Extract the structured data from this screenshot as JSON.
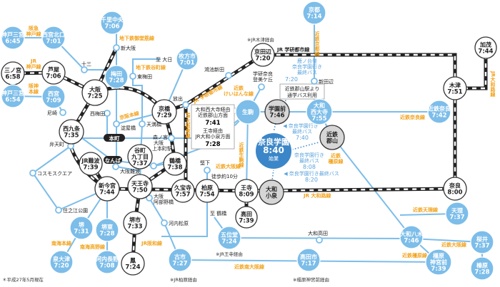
{
  "stations": [
    {
      "id": "senri-chuo",
      "name": [
        "千里中央"
      ],
      "time": "7:06",
      "style": "blue"
    },
    {
      "id": "kobe-sannomiya-hankyu",
      "name": [
        "神戸三宮"
      ],
      "time": "6:45",
      "style": "blue"
    },
    {
      "id": "nishinomiya-kitaguchi",
      "name": [
        "西宮北口"
      ],
      "time": "7:01",
      "style": "blue"
    },
    {
      "id": "sannomiya",
      "name": [
        "三ノ宮"
      ],
      "time": "6:58",
      "style": "white"
    },
    {
      "id": "ashiya",
      "name": [
        "芦屋"
      ],
      "time": "7:06",
      "style": "white"
    },
    {
      "id": "umeda",
      "name": [
        "梅田"
      ],
      "time": "7:28",
      "style": "blue"
    },
    {
      "id": "osaka",
      "name": [
        "大阪"
      ],
      "time": "7:25",
      "style": "white"
    },
    {
      "id": "kobe-sannomiya-hanshin",
      "name": [
        "神戸三宮"
      ],
      "time": "6:54",
      "style": "blue"
    },
    {
      "id": "nishinomiya",
      "name": [
        "西宮"
      ],
      "time": "7:09",
      "style": "blue"
    },
    {
      "id": "nishikujo",
      "name": [
        "西九条"
      ],
      "time": "7:35",
      "style": "white"
    },
    {
      "id": "kyobashi",
      "name": [
        "京橋"
      ],
      "time": "7:29",
      "style": "white"
    },
    {
      "id": "hirakatashi",
      "name": [
        "枚方市"
      ],
      "time": "7:01",
      "style": "blue"
    },
    {
      "id": "kyotanabe",
      "name": [
        "京田辺"
      ],
      "time": "7:20",
      "style": "white"
    },
    {
      "id": "kyoto",
      "name": [
        "京都"
      ],
      "time": "7:14",
      "style": "blue"
    },
    {
      "id": "kamo",
      "name": [
        "加茂"
      ],
      "time": "7:44",
      "style": "white"
    },
    {
      "id": "kizu",
      "name": [
        "木津"
      ],
      "time": "7:51",
      "style": "white"
    },
    {
      "id": "ikoma",
      "name": [
        "生駒"
      ],
      "time": "",
      "style": "blue"
    },
    {
      "id": "gakuenmae",
      "name": [
        "学園前"
      ],
      "time": "7:46",
      "style": "gray"
    },
    {
      "id": "yamato-saidaiji",
      "name": [
        "大和",
        "西大寺"
      ],
      "time": "7:55",
      "style": "blue"
    },
    {
      "id": "kintetsu-nara",
      "name": [
        "近鉄奈良"
      ],
      "time": "7:42",
      "style": "blue"
    },
    {
      "id": "nara-gakuen",
      "name": [
        "奈良学園"
      ],
      "time": "8:40",
      "sub": "始業",
      "style": "dark"
    },
    {
      "id": "kintetsu-koriyama",
      "name": [
        "近鉄",
        "郡山"
      ],
      "time": "",
      "style": "gray"
    },
    {
      "id": "yamato-koizumi",
      "name": [
        "大和",
        "小泉"
      ],
      "time": "",
      "style": "gray"
    },
    {
      "id": "nara",
      "name": [
        "奈良"
      ],
      "time": "8:00",
      "style": "white"
    },
    {
      "id": "jr-namba",
      "name": [
        "JR難波"
      ],
      "time": "7:39",
      "style": "white"
    },
    {
      "id": "tanimachi9",
      "name": [
        "谷町",
        "九丁目"
      ],
      "time": "7:37",
      "style": "white"
    },
    {
      "id": "tsuruhashi",
      "name": [
        "鶴橋"
      ],
      "time": "7:38",
      "style": "white"
    },
    {
      "id": "shin-imamiya",
      "name": [
        "新今宮"
      ],
      "time": "7:44",
      "style": "white"
    },
    {
      "id": "tennoji",
      "name": [
        "天王寺"
      ],
      "time": "7:50",
      "style": "white"
    },
    {
      "id": "kyuhoji",
      "name": [
        "久宝寺"
      ],
      "time": "7:57",
      "style": "white"
    },
    {
      "id": "kashiwara",
      "name": [
        "柏原"
      ],
      "time": "7:54",
      "style": "white"
    },
    {
      "id": "oji",
      "name": [
        "王寺"
      ],
      "time": "8:09",
      "style": "white"
    },
    {
      "id": "takada",
      "name": [
        "高田"
      ],
      "time": "7:39",
      "style": "white"
    },
    {
      "id": "sakai",
      "name": [
        "堺"
      ],
      "time": "7:31",
      "style": "blue"
    },
    {
      "id": "sakaihigashi",
      "name": [
        "堺東"
      ],
      "time": "7:28",
      "style": "blue"
    },
    {
      "id": "izumiotsu",
      "name": [
        "泉大津"
      ],
      "time": "7:20",
      "style": "blue"
    },
    {
      "id": "kawachinagano",
      "name": [
        "河内長野"
      ],
      "time": "7:08",
      "style": "blue"
    },
    {
      "id": "sakaishi",
      "name": [
        "堺市"
      ],
      "time": "7:33",
      "style": "white"
    },
    {
      "id": "otori",
      "name": [
        "鳳"
      ],
      "time": "7:24",
      "style": "white"
    },
    {
      "id": "furuichi",
      "name": [
        "古市"
      ],
      "time": "7:27",
      "style": "blue"
    },
    {
      "id": "goido",
      "name": [
        "五位堂"
      ],
      "time": "7:24",
      "style": "blue"
    },
    {
      "id": "takadashi",
      "name": [
        "高田市"
      ],
      "time": "7:17",
      "style": "blue"
    },
    {
      "id": "tenri",
      "name": [
        "天理"
      ],
      "time": "7:37",
      "style": "blue"
    },
    {
      "id": "yamato-yagi",
      "name": [
        "大和八木"
      ],
      "time": "7:46",
      "style": "blue"
    },
    {
      "id": "sakurai",
      "name": [
        "桜井"
      ],
      "time": "7:37",
      "style": "blue"
    },
    {
      "id": "kashiharajingumae",
      "name": [
        "橿原",
        "神宮前"
      ],
      "time": "7:39",
      "style": "blue"
    },
    {
      "id": "haibara",
      "name": [
        "榛原"
      ],
      "time": "7:28",
      "style": "blue"
    }
  ],
  "small_stations": [
    {
      "id": "shin-osaka",
      "name": "新大阪"
    },
    {
      "id": "juso",
      "name": "十三"
    },
    {
      "id": "higashi-umeda",
      "name": "東梅田"
    },
    {
      "id": "amagasaki",
      "name": "尼崎"
    },
    {
      "id": "nishi-umeda",
      "name": "西梅田"
    },
    {
      "id": "yodoyabashi",
      "name": "淀屋橋"
    },
    {
      "id": "tenmabashi",
      "name": "天満橋"
    },
    {
      "id": "hanaten",
      "name": "放出"
    },
    {
      "id": "konoike-shinden",
      "name": "鴻池新田"
    },
    {
      "id": "shin-tanabe",
      "name": "新田辺"
    },
    {
      "id": "gakken-nara",
      "name": "学研奈良\n登美ケ丘"
    },
    {
      "id": "morinomiya",
      "name": "森ノ宮"
    },
    {
      "id": "bentencho",
      "name": "弁天町"
    },
    {
      "id": "cosmosquare",
      "name": "コスモスクエア"
    },
    {
      "id": "osaka-namba",
      "name": "大阪難波"
    },
    {
      "id": "uehommachi",
      "name": "大阪\n上本町駅"
    },
    {
      "id": "katashimo",
      "name": "堅下"
    },
    {
      "id": "abenobashi",
      "name": "大阪\n阿部野橋"
    },
    {
      "id": "suminoekoen",
      "name": "住之江公園"
    },
    {
      "id": "kawachimatsubara",
      "name": "河内松原"
    },
    {
      "id": "yamato-takada",
      "name": "大和高田"
    }
  ],
  "pills": {
    "hommachi": "本町",
    "namba": "なんば"
  },
  "line_labels": {
    "hankyu_kobe": [
      "阪急",
      "神戸線"
    ],
    "jr_kobe": [
      "JR",
      "神戸線"
    ],
    "hanshin": [
      "阪神",
      "本線"
    ],
    "midosuji": "地下鉄御堂筋線",
    "tanimachi": "地下鉄谷町線",
    "keihan": "京阪本線",
    "jr_gakkentoshi_1": "JR 学研都市線",
    "jr_gakkentoshi_2": "JR 学研都市線",
    "kintetsu_kyoto": "近鉄京都線",
    "jr_yamatoji_v": "JR大和路線",
    "kintetsu_keihanna": [
      "近鉄",
      "けいはんな線"
    ],
    "jr_osaka_higashi": "JR大阪東線",
    "kintetsu_ikoma": "近鉄生駒線",
    "kintetsu_osaka": "近鉄大阪線",
    "kintetsu_nara": "近鉄奈良線",
    "kintetsu_kashihara_1": [
      "近鉄",
      "橿原線"
    ],
    "jr_yamatoji": "JR 大和路線",
    "kintetsu_tenri": "近鉄天理線",
    "kintetsu_osaka_2": "近鉄大阪線",
    "kintetsu_kashihara_2": "近鉄橿原線",
    "kintetsu_minami_osaka": "近鉄南大阪線",
    "nankai_main": "南海本線",
    "nankai_koya": "南海高野線",
    "jr_hanwa": "JR阪和線",
    "to_dainichi": "至 大日",
    "to_tsuruhashi": "至 鶴橋"
  },
  "notes": {
    "via_kizu": "※JR木津経由",
    "walk": "徒歩約10分",
    "via_jr_oji": "※JR王寺経由",
    "via_jr_kashiwara": "※JR柏原経由",
    "via_kashihara": "※橿原神宮前経由",
    "as_of": "＊平成27年5月現在"
  },
  "ikoma_box": {
    "line1": "大和西大寺経由",
    "line2": "近鉄郡山方面",
    "time1": "7:41",
    "line3": "王寺経由",
    "line4": "JR大和小泉方面",
    "time2": "7:28"
  },
  "gakuenmae_box": {
    "line1": "近鉄郡山駅より",
    "line2": "通学バス利用"
  },
  "buses": {
    "kitanodai": {
      "l1": "鹿ノ台発",
      "l2": "奈良学園行き",
      "l3": "最終バス",
      "time": "7:20"
    },
    "saidaiji": {
      "l1": "◀ 奈良学園行き",
      "l2": "最終バス",
      "time": "7:40"
    },
    "koriyama": {
      "l1": "奈良学園行き",
      "l2": "最終バス",
      "time": "8:08"
    },
    "koizumi": {
      "l1": "◀ 奈良学園行き最終バス",
      "time": "8:20"
    }
  },
  "colors": {
    "blue_station": "#7cbde9",
    "dark_station": "#3b86c8",
    "gray_station": "#d6d6d6",
    "line_label": "#f2a21b",
    "jr_line": "#222222"
  }
}
